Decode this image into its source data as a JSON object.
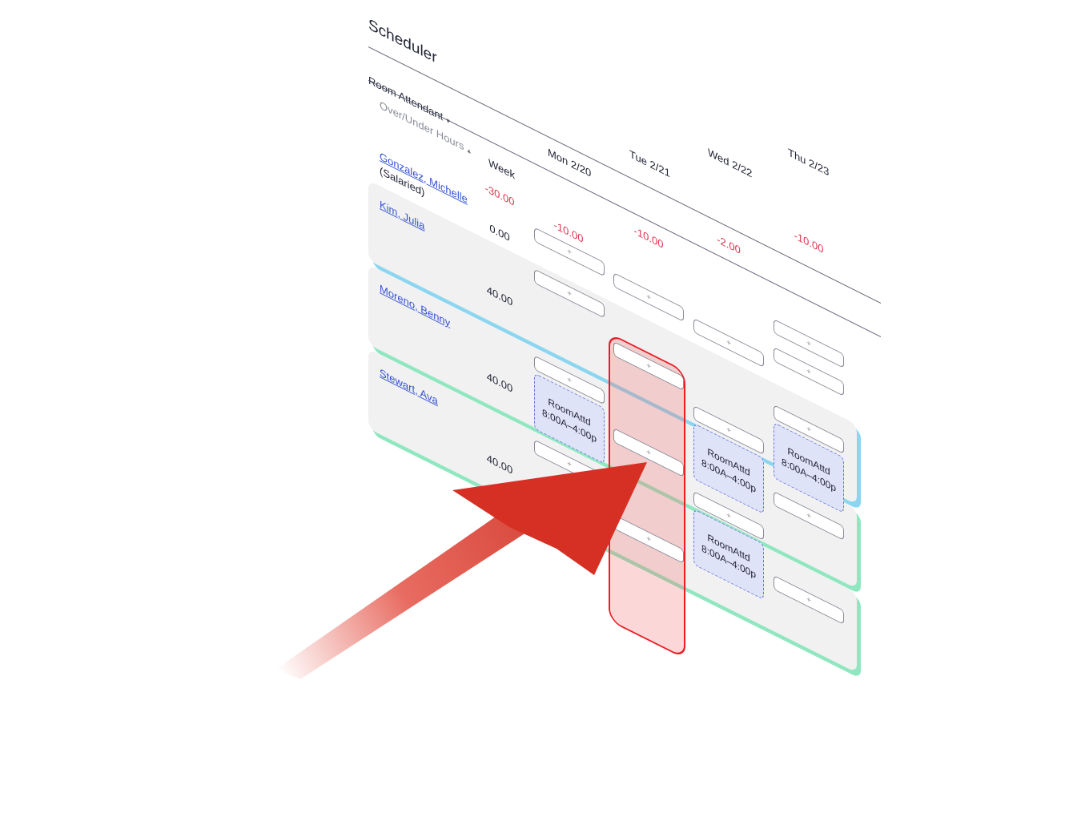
{
  "app": {
    "title": "Scheduler"
  },
  "filters": {
    "department": "Room Attendant",
    "sort": "Over/Under Hours"
  },
  "columns": {
    "week": "Week",
    "days": [
      "Mon 2/20",
      "Tue 2/21",
      "Wed 2/22",
      "Thu 2/23"
    ]
  },
  "totals": {
    "week": "-30.00",
    "days": [
      "-10.00",
      "-10.00",
      "-2.00",
      "-10.00"
    ]
  },
  "employees": [
    {
      "name": "Gonzalez, Michelle",
      "sub": "(Salaried)",
      "week_hours": "0.00"
    },
    {
      "name": "Kim, Julia",
      "week_hours": "40.00"
    },
    {
      "name": "Moreno, Benny",
      "week_hours": "40.00"
    },
    {
      "name": "Stewart, Ava",
      "week_hours": "40.00"
    }
  ],
  "shift": {
    "role": "RoomAttd",
    "time": "8:00A–4:00p"
  },
  "add_label": "+",
  "colors": {
    "accent": "#3552d6",
    "negative": "#e0344f",
    "highlight": "#ea1d24",
    "row_blue": "#8ad6f0",
    "row_green": "#8fe7c0"
  }
}
